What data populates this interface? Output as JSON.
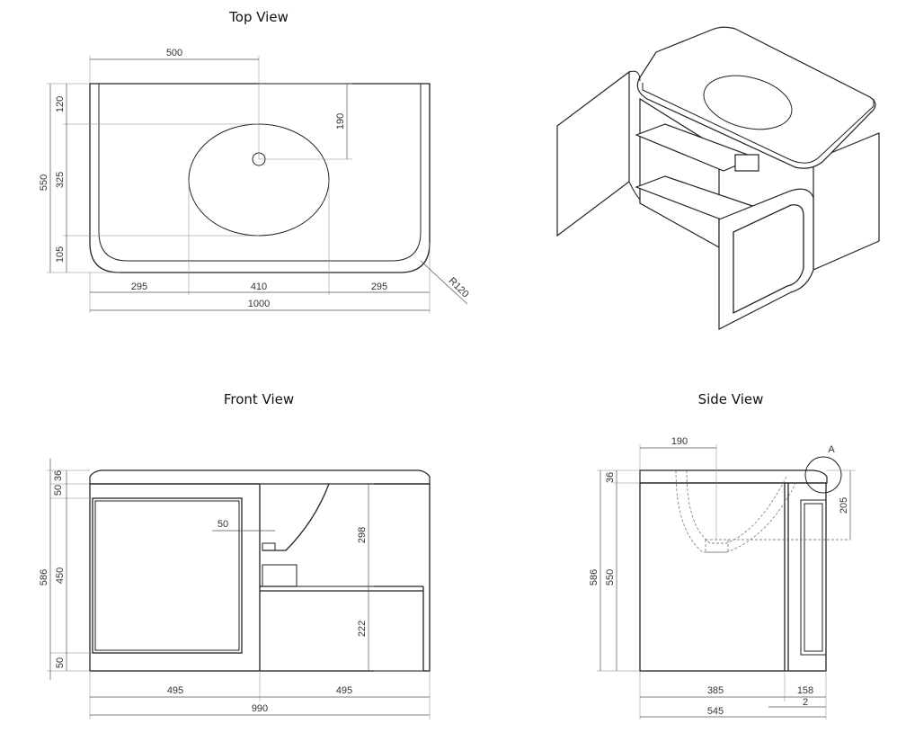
{
  "views": {
    "top": {
      "title": "Top View"
    },
    "front": {
      "title": "Front View"
    },
    "side": {
      "title": "Side View"
    }
  },
  "dimensions": {
    "top": {
      "d500": "500",
      "d120": "120",
      "d190": "190",
      "d550": "550",
      "d325": "325",
      "d105": "105",
      "d295_left": "295",
      "d410": "410",
      "d295_right": "295",
      "d1000": "1000",
      "r120": "R120"
    },
    "front": {
      "d50_top": "50",
      "d36": "36",
      "d586": "586",
      "d450": "450",
      "d50_bottom": "50",
      "d50_handle": "50",
      "d298": "298",
      "d222": "222",
      "d495_left": "495",
      "d495_right": "495",
      "d990": "990"
    },
    "side": {
      "d190": "190",
      "detail_a": "A",
      "d36": "36",
      "d205": "205",
      "d586": "586",
      "d550": "550",
      "d385": "385",
      "d158": "158",
      "d2": "2",
      "d545": "545"
    }
  }
}
